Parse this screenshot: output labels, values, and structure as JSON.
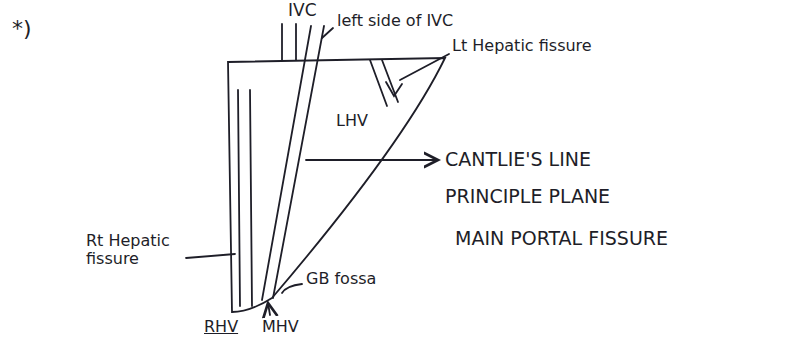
{
  "diagram": {
    "labels": [
      "*)",
      "IVC",
      "left side of IVC",
      "Lt Hepatic fissure",
      "LHV",
      "CANTLIE'S LINE",
      "PRINCIPLE PLANE",
      "MAIN PORTAL FISSURE",
      "GB fossa",
      "MHV",
      "RHV",
      "Rt Hepatic fissure"
    ]
  }
}
